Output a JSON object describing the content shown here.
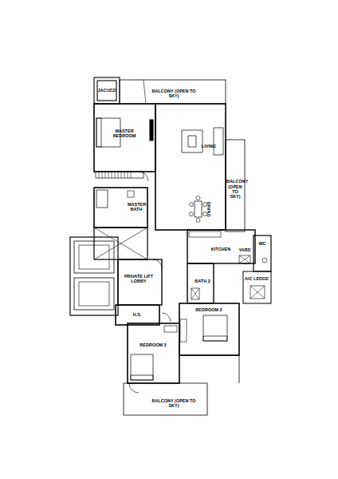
{
  "diagram": {
    "labels": [
      "JACUZZI",
      "BALCONY (OPEN TO SKY)",
      "MASTER BEDROOM",
      "LIVING",
      "BALCONY (OPEN TO SKY)",
      "MASTER BATH",
      "DINING",
      "KITCHEN",
      "YARD",
      "WC",
      "PRIVATE LIFT LOBBY",
      "BATH 2",
      "A/C LEDGE",
      "H.S.",
      "BEDROOM 2",
      "BEDROOM 3",
      "BALCONY (OPEN TO SKY)"
    ]
  }
}
